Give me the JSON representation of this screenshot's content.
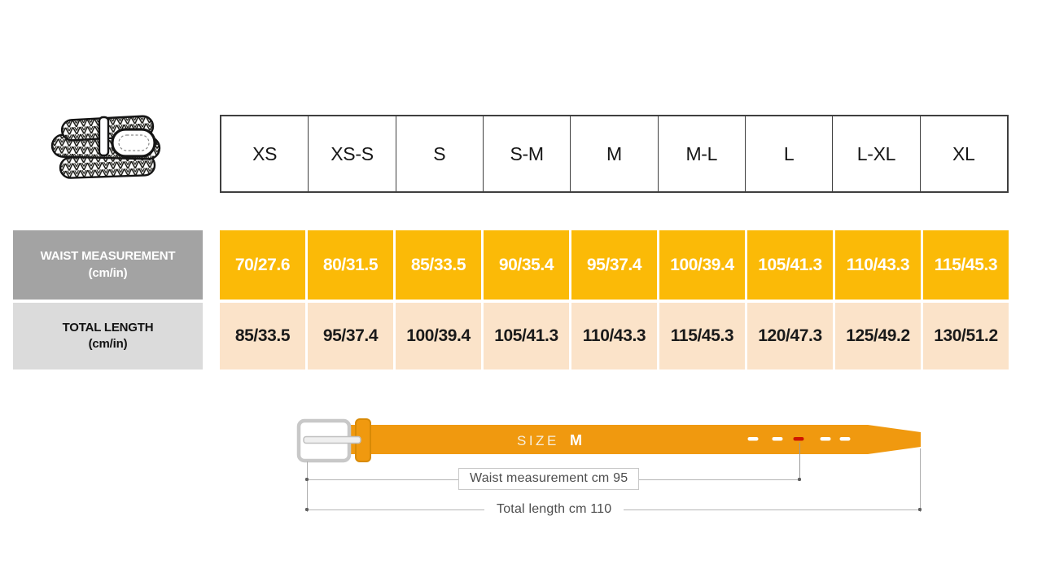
{
  "product_icon": "braided-belt-illustration",
  "size_chart": {
    "sizes": [
      "XS",
      "XS-S",
      "S",
      "S-M",
      "M",
      "M-L",
      "L",
      "L-XL",
      "XL"
    ],
    "rows": [
      {
        "label": "WAIST MEASUREMENT",
        "unit": "(cm/in)",
        "values": [
          "70/27.6",
          "80/31.5",
          "85/33.5",
          "90/35.4",
          "95/37.4",
          "100/39.4",
          "105/41.3",
          "110/43.3",
          "115/45.3"
        ]
      },
      {
        "label": "TOTAL LENGTH",
        "unit": "(cm/in)",
        "values": [
          "85/33.5",
          "95/37.4",
          "100/39.4",
          "105/41.3",
          "110/43.3",
          "115/45.3",
          "120/47.3",
          "125/49.2",
          "130/51.2"
        ]
      }
    ]
  },
  "diagram": {
    "size_word": "SIZE",
    "size_value": "M",
    "waist_annotation": "Waist measurement cm 95",
    "length_annotation": "Total length cm 110"
  },
  "colors": {
    "waist_header_bg": "#A3A3A3",
    "waist_cell_bg": "#FBBA07",
    "length_header_bg": "#DBDBDB",
    "length_cell_bg": "#FBE3C9",
    "belt_strap": "#F0990F",
    "hole_red": "#CE1500",
    "table_border": "#3F3F3F"
  },
  "chart_data": {
    "type": "table",
    "columns": [
      "XS",
      "XS-S",
      "S",
      "S-M",
      "M",
      "M-L",
      "L",
      "L-XL",
      "XL"
    ],
    "rows": [
      {
        "name": "Waist measurement (cm/in)",
        "values": [
          "70/27.6",
          "80/31.5",
          "85/33.5",
          "90/35.4",
          "95/37.4",
          "100/39.4",
          "105/41.3",
          "110/43.3",
          "115/45.3"
        ]
      },
      {
        "name": "Total length (cm/in)",
        "values": [
          "85/33.5",
          "95/37.4",
          "100/39.4",
          "105/41.3",
          "110/43.3",
          "115/45.3",
          "120/47.3",
          "125/49.2",
          "130/51.2"
        ]
      }
    ],
    "annotations": [
      "SIZE M",
      "Waist measurement cm 95",
      "Total length cm 110"
    ]
  }
}
